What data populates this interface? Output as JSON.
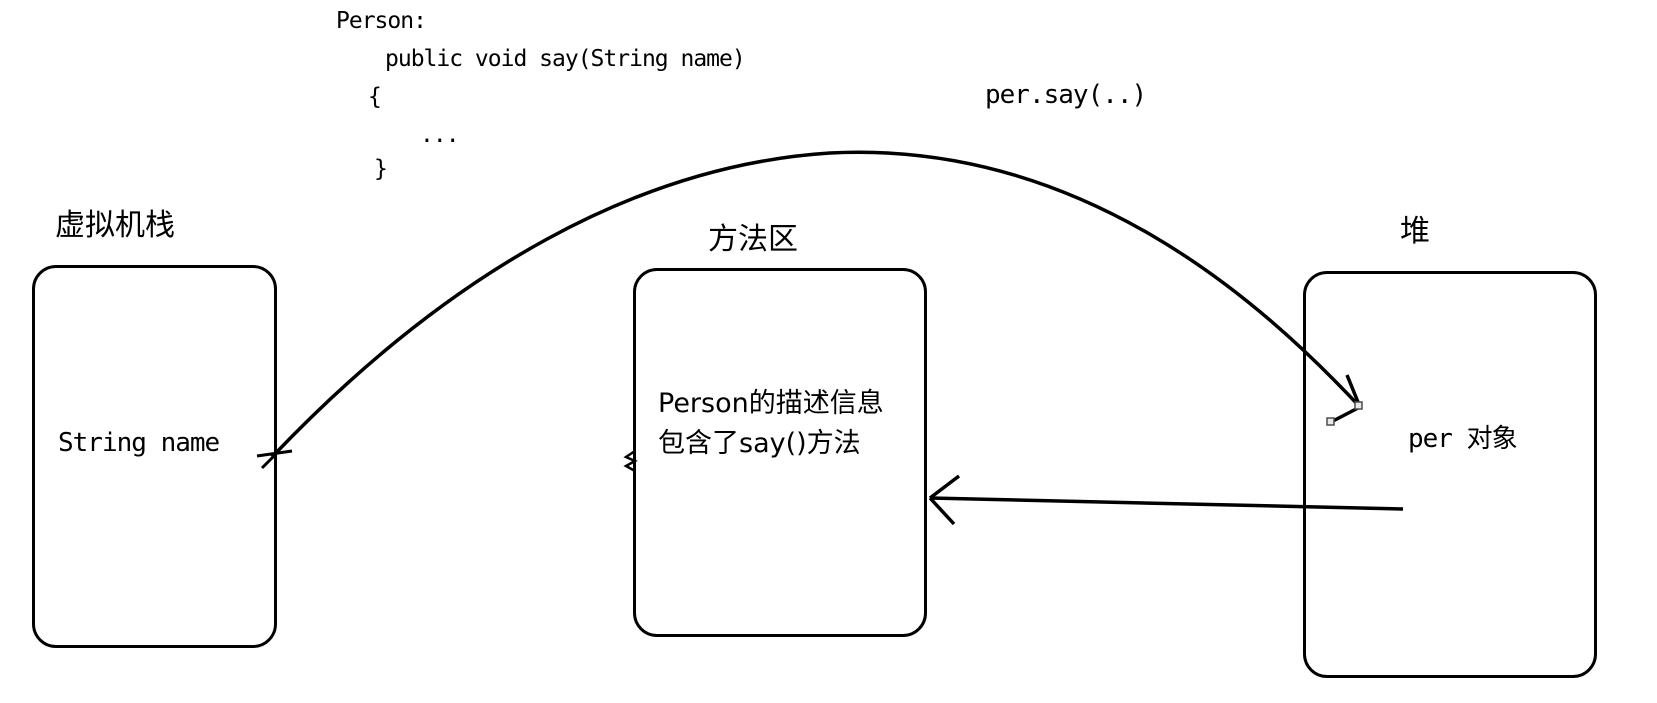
{
  "colors": {
    "background": "#ffffff",
    "stroke": "#000000",
    "selection_handle_border": "#4d4d4d",
    "selection_handle_fill": "#e8e8e8"
  },
  "code_block": {
    "line1": "Person:",
    "line2": "public void say(String name)",
    "line3": "{",
    "line4": "...",
    "line5": "}"
  },
  "call_label": "per.say(..)",
  "regions": {
    "stack": {
      "label": "虚拟机栈",
      "content": "String name"
    },
    "method_area": {
      "label": "方法区",
      "content_line1": "Person的描述信息",
      "content_line2": "包含了say()方法"
    },
    "heap": {
      "label": "堆",
      "content": "per 对象"
    }
  }
}
